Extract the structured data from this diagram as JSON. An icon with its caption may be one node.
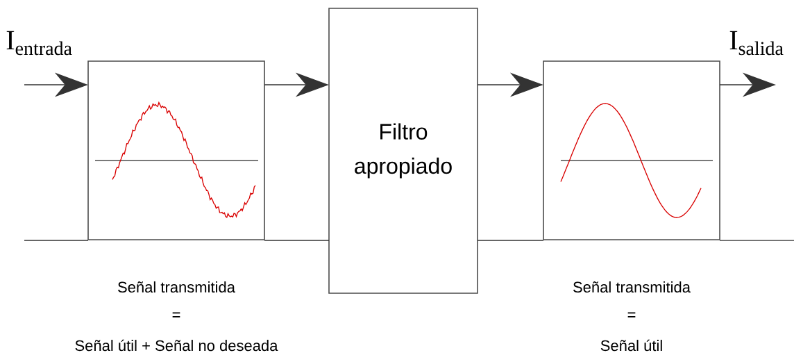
{
  "diagram": {
    "nodes": [
      {
        "text": [],
        "shape": "box",
        "beside": [
          "Señal transmitida",
          "=",
          "Señal útil + Señal no deseada"
        ]
      },
      {
        "text": [
          "Filtro apropiado"
        ]
      },
      {
        "text": [],
        "shape": "box",
        "beside": [
          "Señal transmitida",
          "=",
          "Señal útil"
        ]
      }
    ],
    "edges": [
      {
        "from": null,
        "to": 0,
        "arrow": "to"
      },
      {
        "from": 0,
        "to": 1,
        "arrow": "to"
      },
      {
        "from": 1,
        "to": 2,
        "arrow": "to"
      },
      {
        "from": 2,
        "to": null,
        "arrow": "to"
      },
      {
        "from": null,
        "to": 0,
        "arrow": "none"
      },
      {
        "from": 0,
        "to": 1,
        "arrow": "none"
      },
      {
        "from": 1,
        "to": 2,
        "arrow": "none"
      },
      {
        "from": 2,
        "to": null,
        "arrow": "none"
      }
    ],
    "labels": [
      "I$_{entrada}$",
      "I$_{salida}$"
    ]
  }
}
